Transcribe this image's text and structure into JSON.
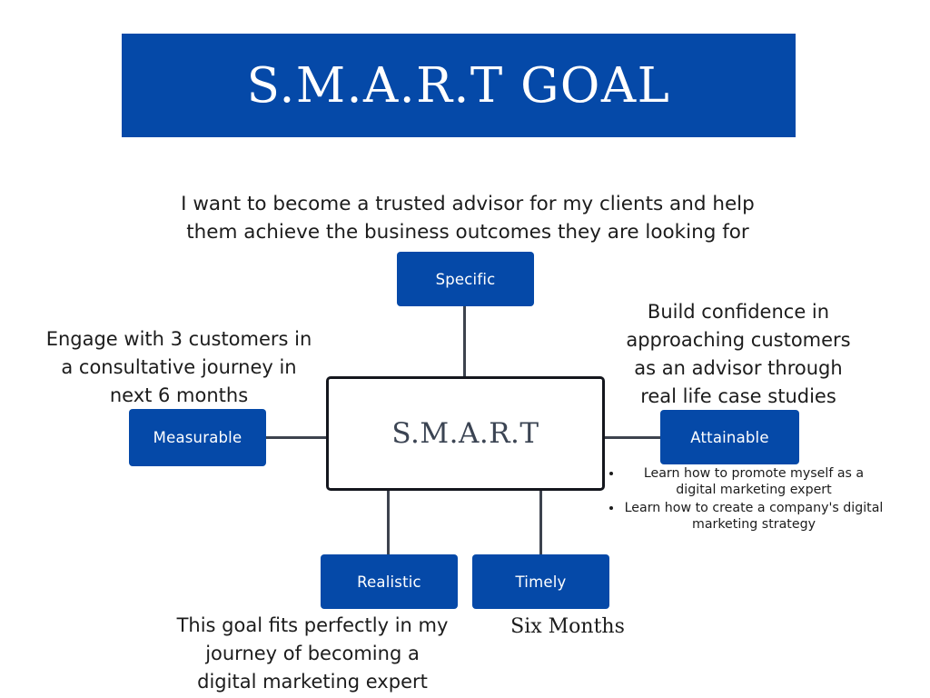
{
  "banner": {
    "title": "S.M.A.R.T GOAL",
    "background_color": "#0549A8",
    "text_color": "#FFFFFF"
  },
  "goal_statement": {
    "line1": "I want to become a trusted advisor for my clients and help",
    "line2": "them achieve the business outcomes they are looking for",
    "full": "I want to become a trusted advisor for my clients and help them achieve the business outcomes they are looking for"
  },
  "diagram": {
    "center": {
      "label": "S.M.A.R.T",
      "fill_color": "#FFFFFF",
      "border_color": "#14161D",
      "text_color": "#3B4453"
    },
    "node_fill_color": "#0549A8",
    "node_text_color": "#FFFFFF",
    "connector_color": "#3D434E",
    "nodes": {
      "specific": {
        "label": "Specific"
      },
      "measurable": {
        "label": "Measurable"
      },
      "attainable": {
        "label": "Attainable"
      },
      "realistic": {
        "label": "Realistic"
      },
      "timely": {
        "label": "Timely"
      }
    }
  },
  "annotations": {
    "specific": {
      "line1": "I want to become a trusted advisor for my clients and help",
      "line2": "them achieve the business outcomes they are looking for"
    },
    "measurable": {
      "line1": "Engage with 3 customers in",
      "line2": "a consultative journey in",
      "line3": "next 6 months",
      "full": "Engage with 3 customers in a consultative journey in next 6 months"
    },
    "attainable": {
      "line1": "Build confidence in",
      "line2": "approaching customers",
      "line3": "as an advisor through",
      "line4": "real life case studies",
      "full": "Build confidence in approaching customers as an advisor through real life case studies",
      "bullets": [
        "Learn how to promote myself as a digital marketing expert",
        "Learn how to create a company's digital marketing strategy"
      ]
    },
    "realistic": {
      "line1": "This goal fits perfectly in my",
      "line2": "journey of becoming a",
      "line3": "digital marketing expert",
      "full": "This goal fits perfectly in my journey of becoming a digital marketing expert"
    },
    "timely": {
      "line1": "Six Months",
      "full": "Six Months"
    }
  }
}
